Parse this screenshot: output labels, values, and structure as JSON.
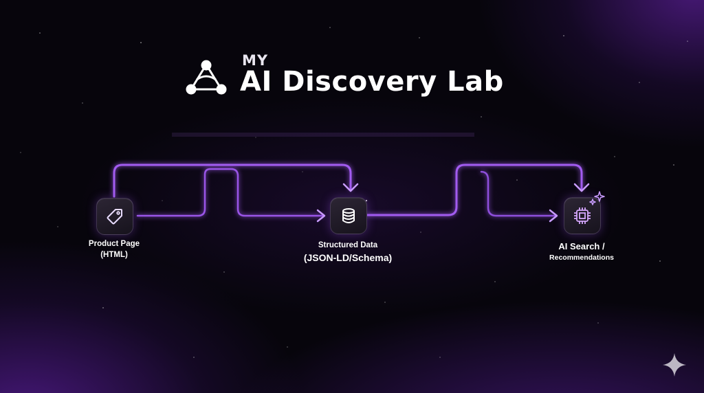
{
  "header": {
    "title_small": "MY",
    "title_main": "AI Discovery Lab",
    "logo_icon": "network-triangle-icon"
  },
  "diagram": {
    "nodes": [
      {
        "id": "product",
        "icon": "tag-icon",
        "label_line1": "Product Page",
        "label_line2": "(HTML)"
      },
      {
        "id": "structured",
        "icon": "database-icon",
        "label_line1": "Structured Data",
        "label_line2": "(JSON-LD/Schema)"
      },
      {
        "id": "ai",
        "icon": "chip-icon",
        "label_line1": "AI Search /",
        "label_line2": "Recommendations"
      }
    ],
    "connectors": [
      {
        "from": "product",
        "to": "structured"
      },
      {
        "from": "structured",
        "to": "ai"
      }
    ]
  },
  "colors": {
    "accent": "#b070ff",
    "wire_glow": "#9a4dff",
    "background": "#07050c"
  },
  "footer": {
    "corner_icon": "sparkle-icon"
  }
}
